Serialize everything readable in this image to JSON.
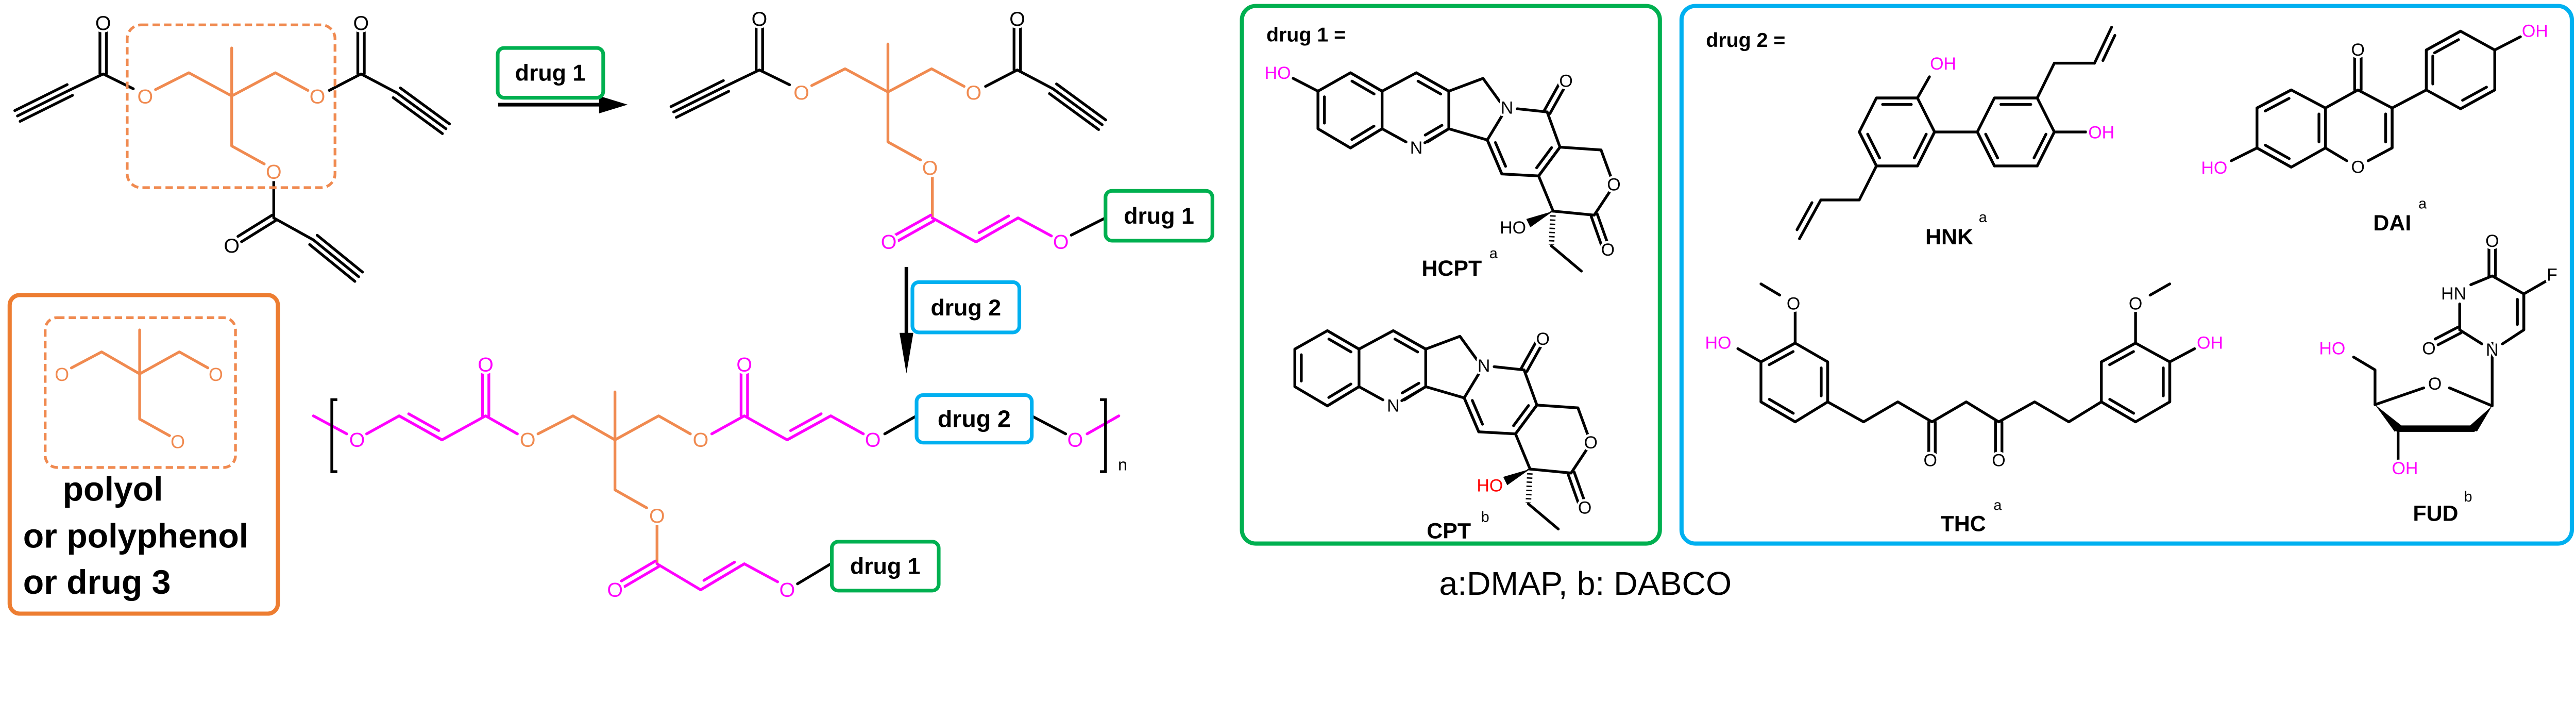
{
  "scheme": {
    "step1_reagent": "drug 1",
    "step2_reagent": "drug 2",
    "monomer_drug1_label": "drug 1",
    "polymer_drug2_label": "drug 2",
    "polymer_drug1_label": "drug 1",
    "repeat_subscript": "n"
  },
  "core_legend": {
    "line1": "polyol",
    "line2": "or polyphenol",
    "line3": "or drug 3"
  },
  "drug1_panel": {
    "title": "drug 1 =",
    "compounds": [
      {
        "name": "HCPT",
        "catalyst": "a"
      },
      {
        "name": "CPT",
        "catalyst": "b"
      }
    ]
  },
  "drug2_panel": {
    "title": "drug 2 =",
    "compounds": [
      {
        "name": "HNK",
        "catalyst": "a"
      },
      {
        "name": "DAI",
        "catalyst": "a"
      },
      {
        "name": "THC",
        "catalyst": "a"
      },
      {
        "name": "FUD",
        "catalyst": "b"
      }
    ]
  },
  "footnote": "a:DMAP, b: DABCO",
  "atoms": {
    "O": "O",
    "OH": "OH",
    "HO": "HO",
    "N": "N",
    "HN": "HN",
    "F": "F"
  },
  "colors": {
    "black": "#000000",
    "polyol_orange": "#f08a50",
    "legend_box_orange": "#ed7d31",
    "acrylate_magenta": "#ff00ff",
    "drug1_green": "#00b050",
    "drug2_blue": "#00b0f0",
    "hydroxyl_red": "#ff0000"
  }
}
